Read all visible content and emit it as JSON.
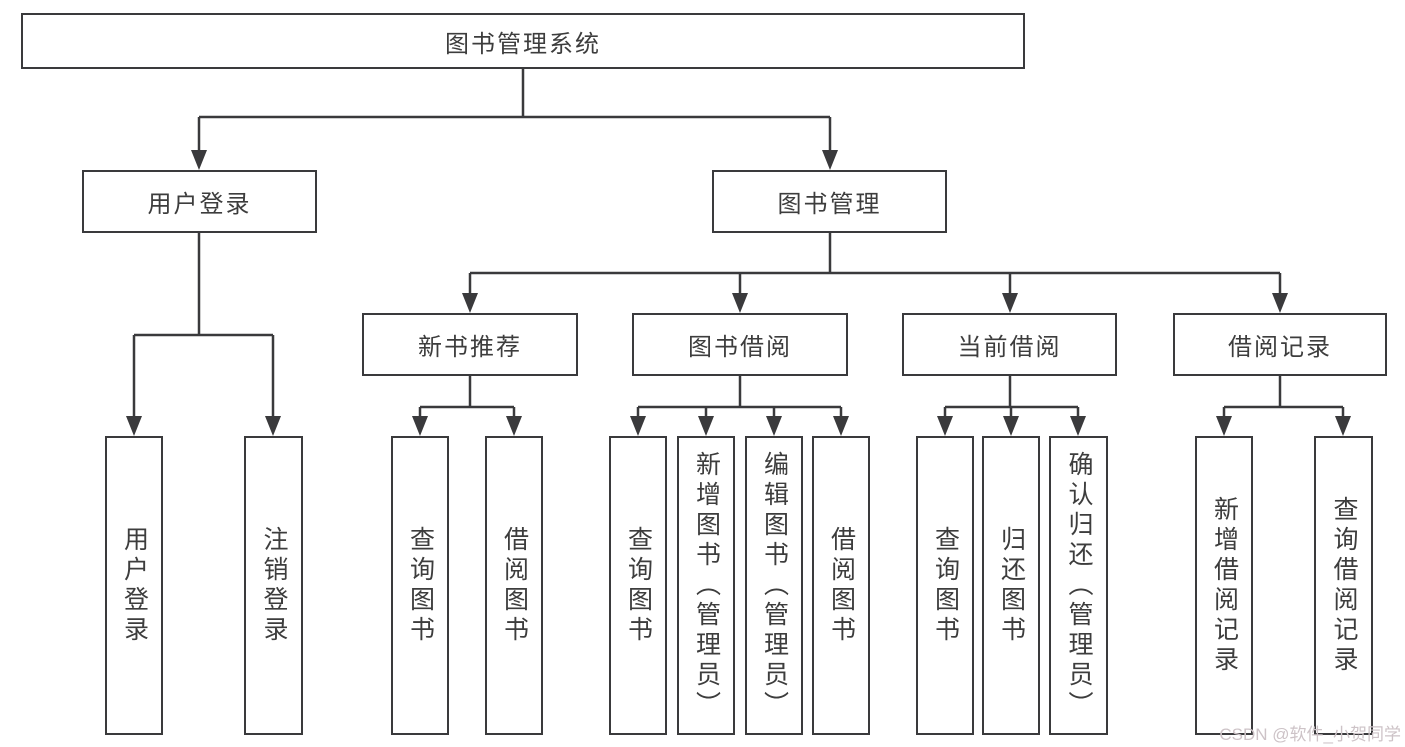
{
  "diagram": {
    "tree": {
      "label": "图书管理系统",
      "children": [
        {
          "label": "用户登录",
          "children": [
            {
              "label": "用户登录"
            },
            {
              "label": "注销登录"
            }
          ]
        },
        {
          "label": "图书管理",
          "children": [
            {
              "label": "新书推荐",
              "children": [
                {
                  "label": "查询图书"
                },
                {
                  "label": "借阅图书"
                }
              ]
            },
            {
              "label": "图书借阅",
              "children": [
                {
                  "label": "查询图书"
                },
                {
                  "label": "新增图书（管理员）"
                },
                {
                  "label": "编辑图书（管理员）"
                },
                {
                  "label": "借阅图书"
                }
              ]
            },
            {
              "label": "当前借阅",
              "children": [
                {
                  "label": "查询图书"
                },
                {
                  "label": "归还图书"
                },
                {
                  "label": "确认归还（管理员）"
                }
              ]
            },
            {
              "label": "借阅记录",
              "children": [
                {
                  "label": "新增借阅记录"
                },
                {
                  "label": "查询借阅记录"
                }
              ]
            }
          ]
        }
      ]
    },
    "watermark": "CSDN @软件_小贺同学"
  },
  "colors": {
    "line": "#3a3a3c",
    "text": "#3d3d3d",
    "background": "#ffffff",
    "watermark": "#cdc3c7"
  }
}
